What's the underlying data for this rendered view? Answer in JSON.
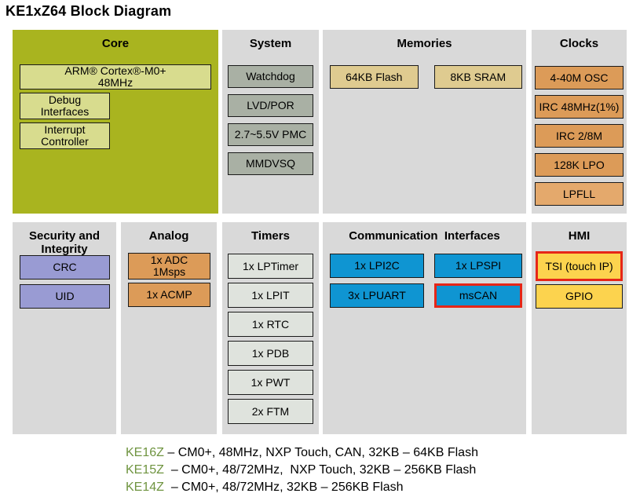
{
  "title": "KE1xZ64 Block Diagram",
  "panels": {
    "core": {
      "header": "Core",
      "boxes": {
        "arm": "ARM® Cortex®-M0+\n48MHz",
        "debug": "Debug\nInterfaces",
        "interrupt": "Interrupt\nController"
      }
    },
    "system": {
      "header": "System",
      "boxes": [
        "Watchdog",
        "LVD/POR",
        "2.7~5.5V PMC",
        "MMDVSQ"
      ]
    },
    "memories": {
      "header": "Memories",
      "boxes": [
        "64KB Flash",
        "8KB SRAM"
      ]
    },
    "clocks": {
      "header": "Clocks",
      "boxes": [
        "4-40M OSC",
        "IRC 48MHz(1%)",
        "IRC 2/8M",
        "128K LPO",
        "LPFLL"
      ]
    },
    "security": {
      "header": "Security and\nIntegrity",
      "boxes": [
        "CRC",
        "UID"
      ]
    },
    "analog": {
      "header": "Analog",
      "boxes": [
        "1x ADC\n1Msps",
        "1x ACMP"
      ]
    },
    "timers": {
      "header": "Timers",
      "boxes": [
        "1x LPTimer",
        "1x LPIT",
        "1x RTC",
        "1x PDB",
        "1x PWT",
        "2x FTM"
      ]
    },
    "comm": {
      "header": "Communication  Interfaces",
      "boxes": [
        "1x LPI2C",
        "1x LPSPI",
        "3x LPUART",
        "msCAN"
      ]
    },
    "hmi": {
      "header": "HMI",
      "boxes": [
        "TSI (touch IP)",
        "GPIO"
      ]
    }
  },
  "footnotes": [
    {
      "model": "KE16Z",
      "specs": " – CM0+, 48MHz, NXP Touch, CAN, 32KB – 64KB Flash"
    },
    {
      "model": "KE15Z",
      "specs": "  – CM0+, 48/72MHz,  NXP Touch, 32KB – 256KB Flash"
    },
    {
      "model": "KE14Z",
      "specs": "  – CM0+, 48/72MHz, 32KB – 256KB Flash"
    }
  ],
  "colors": {
    "olive_panel": "#a9b41f",
    "olive_box": "#d8dc8e",
    "panel_gray": "#d9d9d9",
    "system_box": "#a9b0a4",
    "timer_box": "#dfe3dd",
    "memory_tan": "#dfcb90",
    "clock_orange": "#dc9b58",
    "lpfll_orange": "#e4a96c",
    "analog_orange": "#dc9b58",
    "purple": "#999bd3",
    "blue": "#0f95d2",
    "yellow": "#fcd34e",
    "highlight_red": "#e62617",
    "model_green": "#6f9440",
    "border_dark": "#1a1a1a"
  }
}
